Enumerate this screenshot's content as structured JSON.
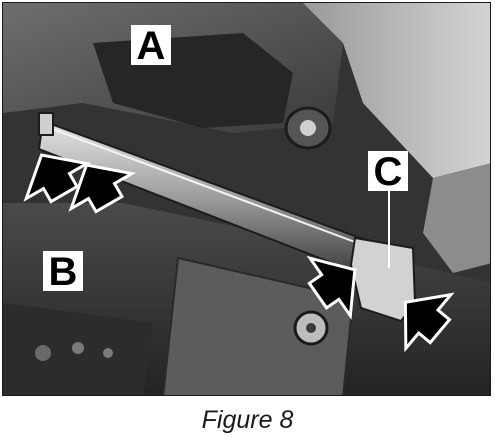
{
  "figure": {
    "caption": "Figure 8",
    "labels": {
      "a": "A",
      "b": "B",
      "c": "C"
    },
    "arrow_count": 4,
    "colors": {
      "frame": "#1a1a1a",
      "label_bg": "#ffffff",
      "label_text": "#000000"
    }
  }
}
